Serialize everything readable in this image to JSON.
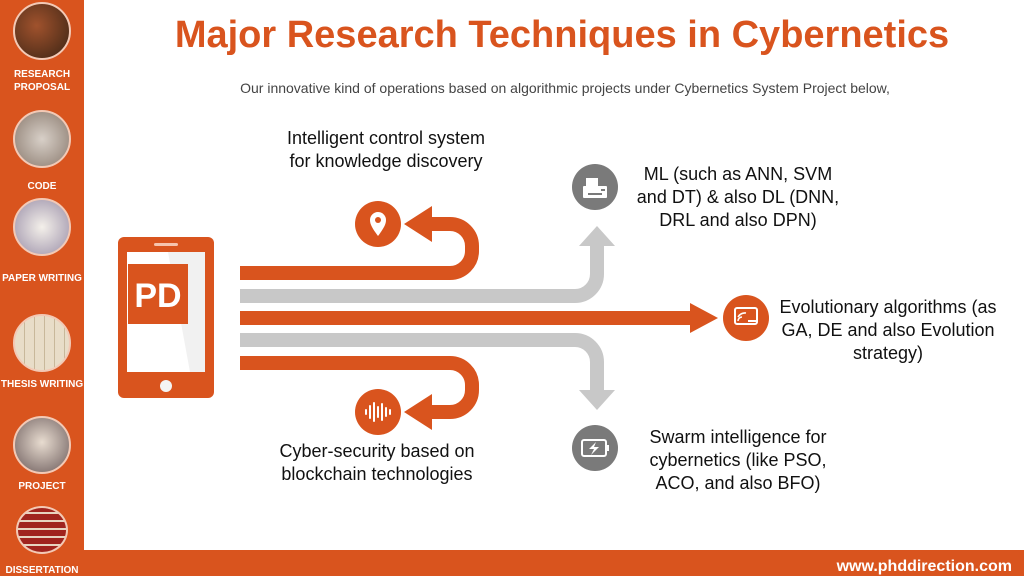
{
  "sidebar": {
    "items": [
      {
        "label": "",
        "icon": "bookshelf-photo"
      },
      {
        "label": "RESEARCH PROPOSAL",
        "icon": "hand-laptop-photo"
      },
      {
        "label": "CODE",
        "icon": "pen-writing-photo"
      },
      {
        "label": "PAPER WRITING",
        "icon": "thesis-blocks-photo"
      },
      {
        "label": "THESIS WRITING",
        "icon": "person-desk-photo"
      },
      {
        "label": "PROJECT",
        "icon": "books-stack-photo"
      },
      {
        "label": "DISSERTATION",
        "icon": ""
      }
    ]
  },
  "header": {
    "title": "Major Research Techniques in Cybernetics",
    "subtitle": "Our innovative kind of operations based on algorithmic projects under Cybernetics System Project below,"
  },
  "diagram": {
    "phone_logo": "PD",
    "items": [
      {
        "text": "Intelligent control system for knowledge discovery",
        "icon": "location-pin-icon"
      },
      {
        "text": "ML (such as ANN, SVM and DT) & also DL (DNN, DRL and also DPN)",
        "icon": "fax-machine-icon"
      },
      {
        "text": "Evolutionary algorithms (as GA, DE and also Evolution strategy)",
        "icon": "wireless-screen-icon"
      },
      {
        "text": "Swarm intelligence for cybernetics (like PSO, ACO, and also BFO)",
        "icon": "battery-bolt-icon"
      },
      {
        "text": "Cyber-security based on blockchain technologies",
        "icon": "sound-wave-icon"
      }
    ]
  },
  "colors": {
    "accent": "#d9541e",
    "gray": "#c8c8c8",
    "icon_gray": "#7a7a7a"
  },
  "footer": {
    "url": "www.phddirection.com"
  }
}
